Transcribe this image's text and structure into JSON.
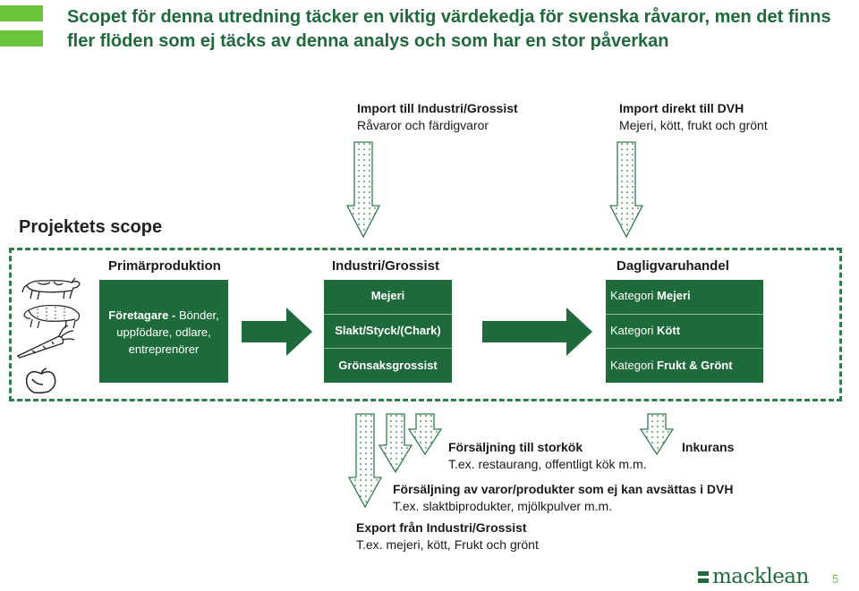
{
  "title": "Scopet för denna utredning täcker en viktig värdekedja för svenska råvaror, men det finns fler flöden som ej täcks av denna analys och som har en stor påverkan",
  "imports": {
    "industri": {
      "heading": "Import till Industri/Grossist",
      "sub": "Råvaror och färdigvaror"
    },
    "dvh": {
      "heading": "Import direkt till DVH",
      "sub": "Mejeri, kött, frukt och grönt"
    }
  },
  "scope": {
    "heading": "Projektets scope",
    "columns": {
      "primar": "Primärproduktion",
      "industri": "Industri/Grossist",
      "dagligvaru": "Dagligvaruhandel"
    },
    "primar_box": {
      "bold": "Företagare - ",
      "line1_rest": "Bönder,",
      "line2": "uppfödare, odlare,",
      "line3": "entreprenörer"
    },
    "industri_box": [
      "Mejeri",
      "Slakt/Styck/(Chark)",
      "Grönsaksgrossist"
    ],
    "dagligvaru_box": [
      {
        "prefix": "Kategori ",
        "bold": "Mejeri"
      },
      {
        "prefix": "Kategori ",
        "bold": "Kött"
      },
      {
        "prefix": "Kategori ",
        "bold": "Frukt & Grönt"
      }
    ]
  },
  "outflows": {
    "storkok": {
      "heading": "Försäljning till storkök",
      "sub": "T.ex. restaurang, offentligt kök m.m."
    },
    "inkurans": {
      "heading": "Inkurans"
    },
    "ej_dvh": {
      "heading": "Försäljning av varor/produkter som ej kan avsättas i DVH",
      "sub": "T.ex. slaktbiprodukter, mjölkpulver m.m."
    },
    "export": {
      "heading": "Export från Industri/Grossist",
      "sub": "T.ex. mejeri, kött, Frukt och grönt"
    }
  },
  "footer": {
    "logo": "macklean",
    "page_number": "5"
  },
  "colors": {
    "dark_green": "#1f6a3a",
    "accent_green": "#6ac43a",
    "border_green": "#2e7d4a"
  },
  "icons": [
    "cow-icon",
    "pig-icon",
    "carrot-icon",
    "apple-icon"
  ]
}
